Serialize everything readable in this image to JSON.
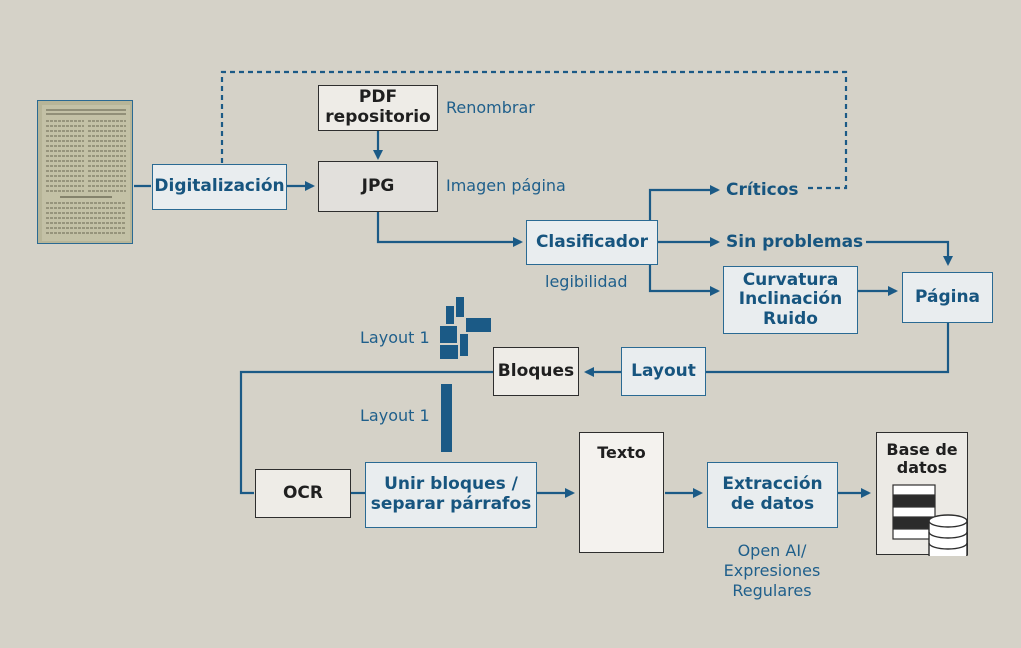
{
  "diagram": {
    "nodes": {
      "digitalizacion": "Digitalización",
      "pdf": "PDF\nrepositorio",
      "jpg": "JPG",
      "clasificador": "Clasificador",
      "curvatura": "Curvatura\nInclinación\nRuido",
      "pagina": "Página",
      "layout": "Layout",
      "bloques": "Bloques",
      "ocr": "OCR",
      "unir": "Unir bloques /\nseparar párrafos",
      "texto": "Texto",
      "extraccion": "Extracción\nde datos",
      "base_datos": "Base de\ndatos"
    },
    "labels": {
      "renombrar": "Renombrar",
      "imagen_pagina": "Imagen página",
      "criticos": "Críticos",
      "sin_problemas": "Sin problemas",
      "legibilidad": "legibilidad",
      "layout1_a": "Layout 1",
      "layout1_b": "Layout 1",
      "openai": "Open AI/\nExpresiones\nRegulares"
    },
    "colors": {
      "background": "#d5d2c8",
      "accent": "#1b5a86",
      "box_fill": "#e9edef"
    }
  }
}
